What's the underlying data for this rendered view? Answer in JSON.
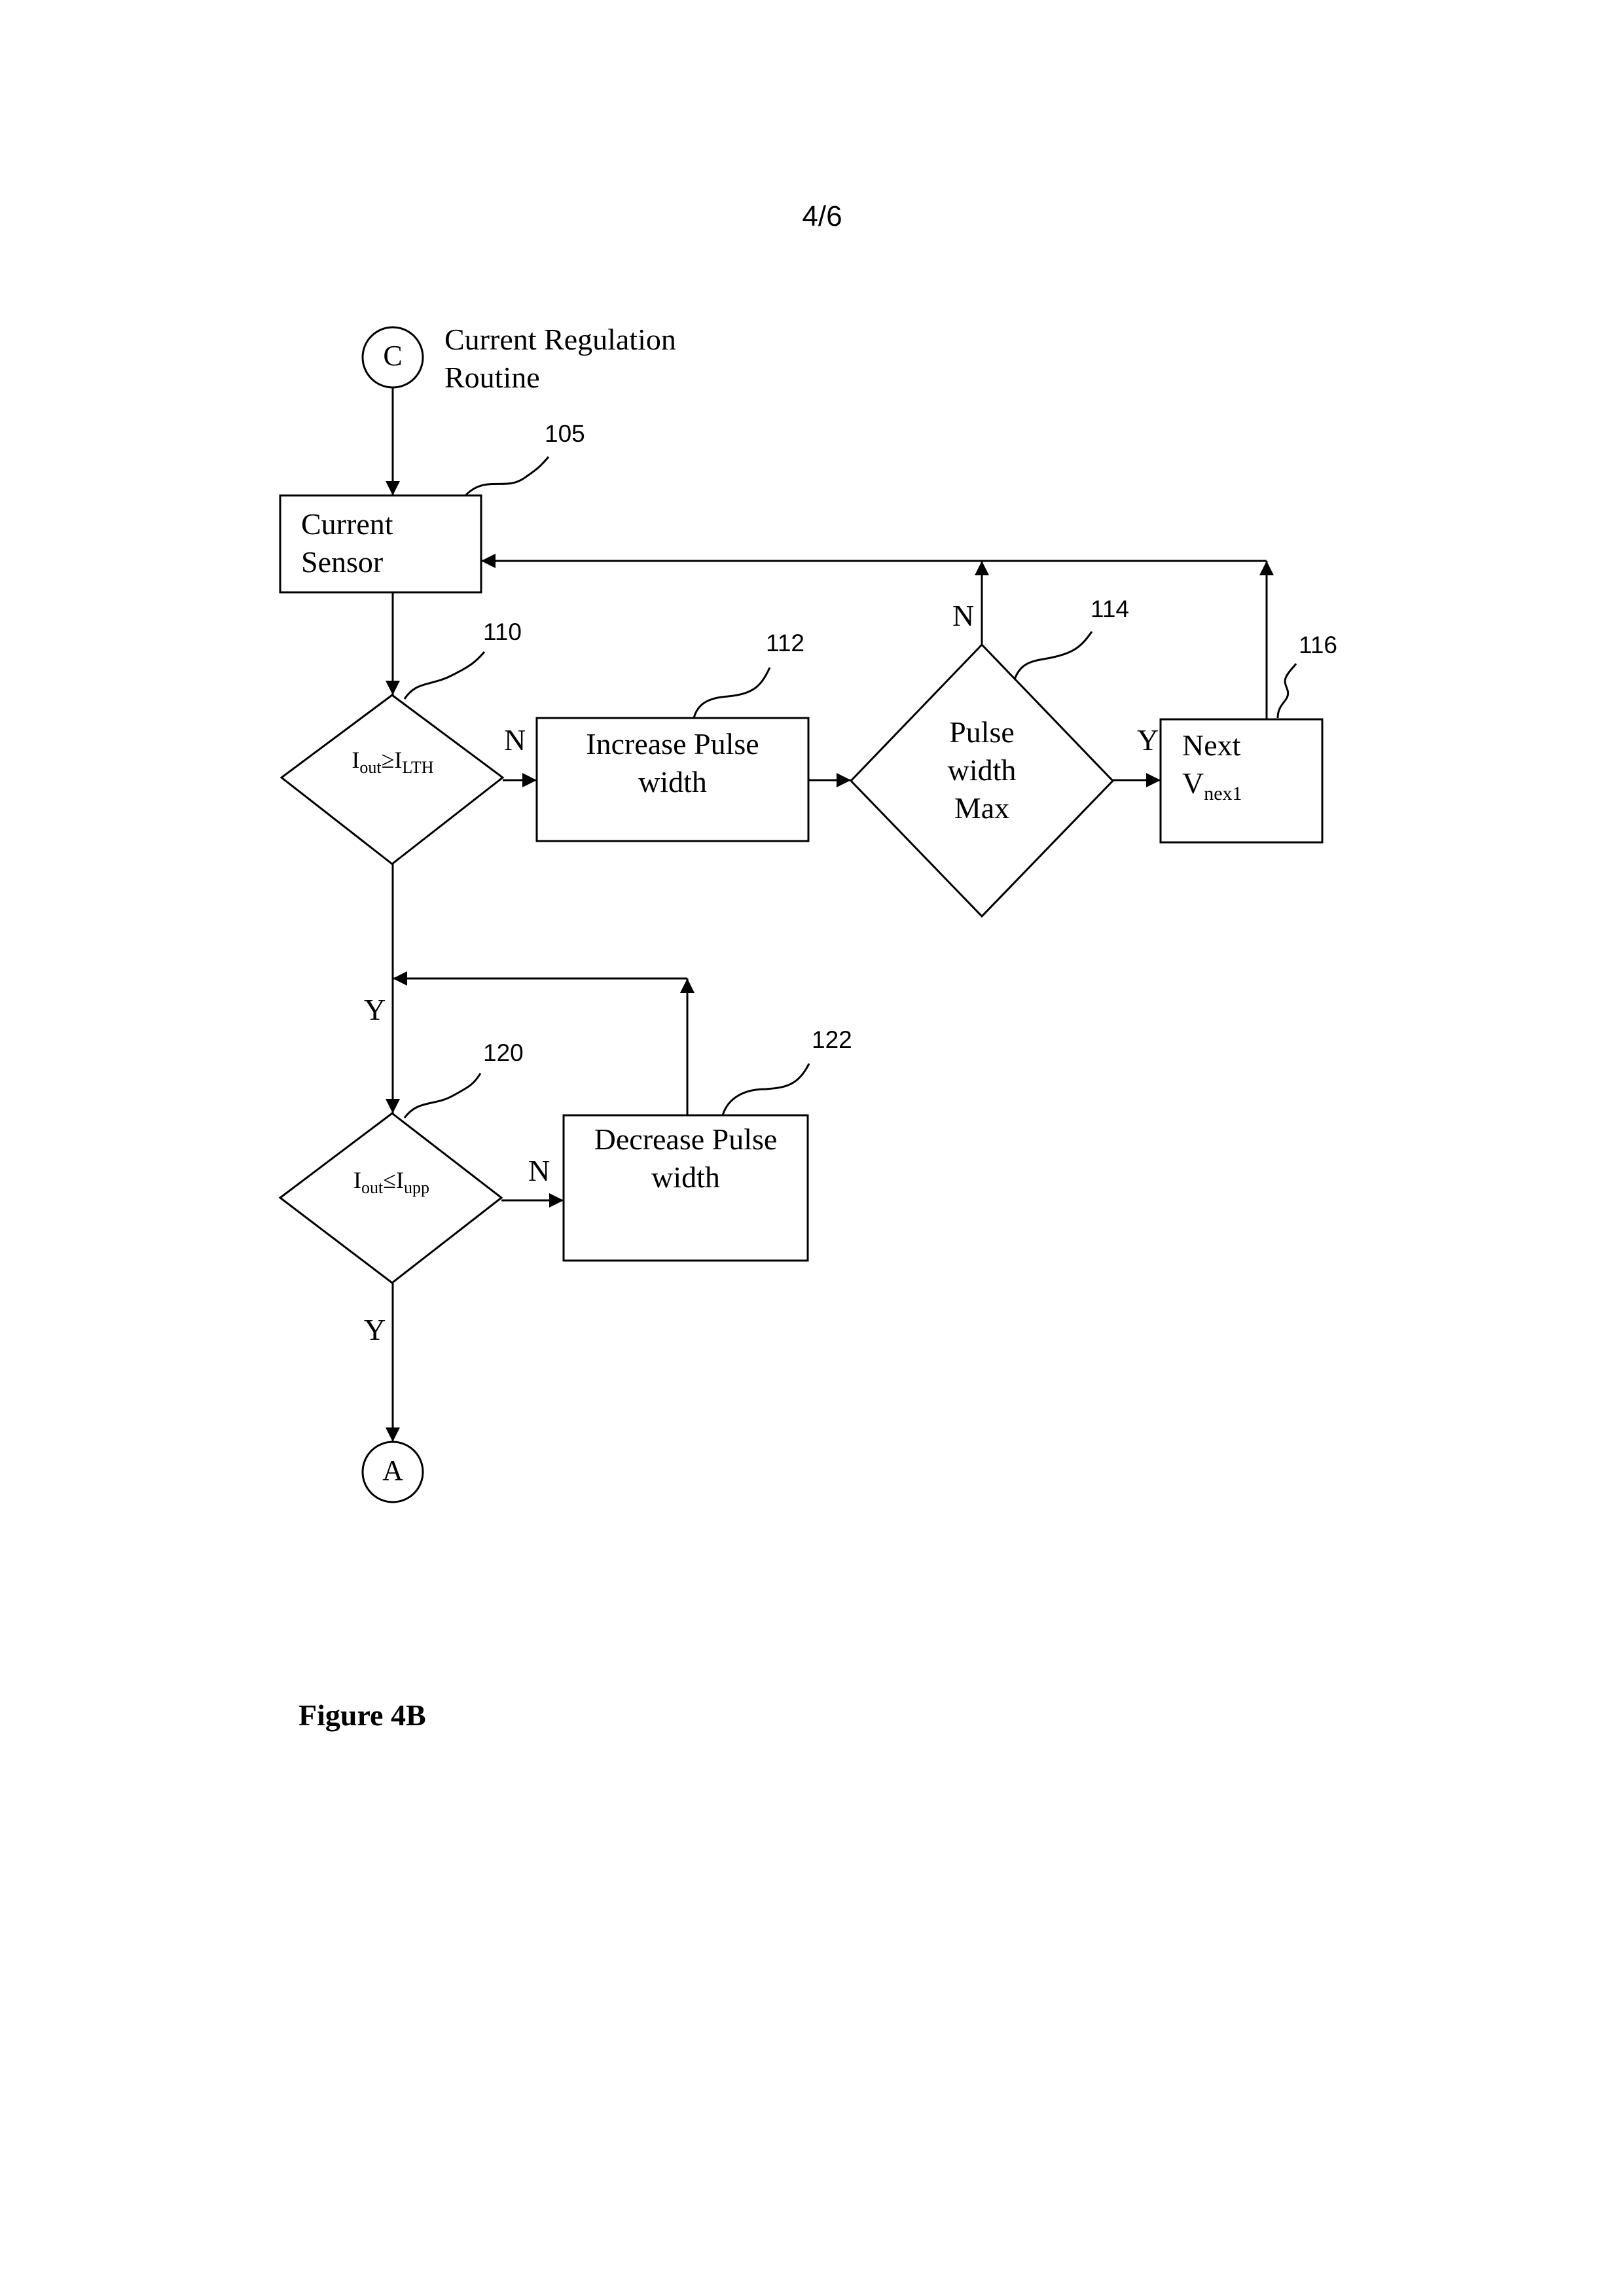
{
  "page_number": "4/6",
  "routine_label": {
    "line1": "Current Regulation",
    "line2": "Routine"
  },
  "connectors": {
    "start": "C",
    "end": "A"
  },
  "nodes": {
    "current_sensor": {
      "ref": "105",
      "line1": "Current",
      "line2": "Sensor"
    },
    "decision_lth": {
      "ref": "110",
      "var": "I",
      "var_sub": "out",
      "op": "≥I",
      "op_sub": "LTH"
    },
    "increase_pulse": {
      "ref": "112",
      "line1": "Increase Pulse",
      "line2": "width"
    },
    "pulse_max": {
      "ref": "114",
      "line1": "Pulse",
      "line2": "width",
      "line3": "Max"
    },
    "next_v": {
      "ref": "116",
      "line1": "Next",
      "var": "V",
      "var_sub": "nex1"
    },
    "decision_upp": {
      "ref": "120",
      "var": "I",
      "var_sub": "out",
      "op": "≤I",
      "op_sub": "upp"
    },
    "decrease_pulse": {
      "ref": "122",
      "line1": "Decrease Pulse",
      "line2": "width"
    }
  },
  "edge_labels": {
    "lth_no": "N",
    "lth_yes": "Y",
    "max_no": "N",
    "max_yes": "Y",
    "upp_no": "N",
    "upp_yes": "Y"
  },
  "caption": "Figure 4B"
}
